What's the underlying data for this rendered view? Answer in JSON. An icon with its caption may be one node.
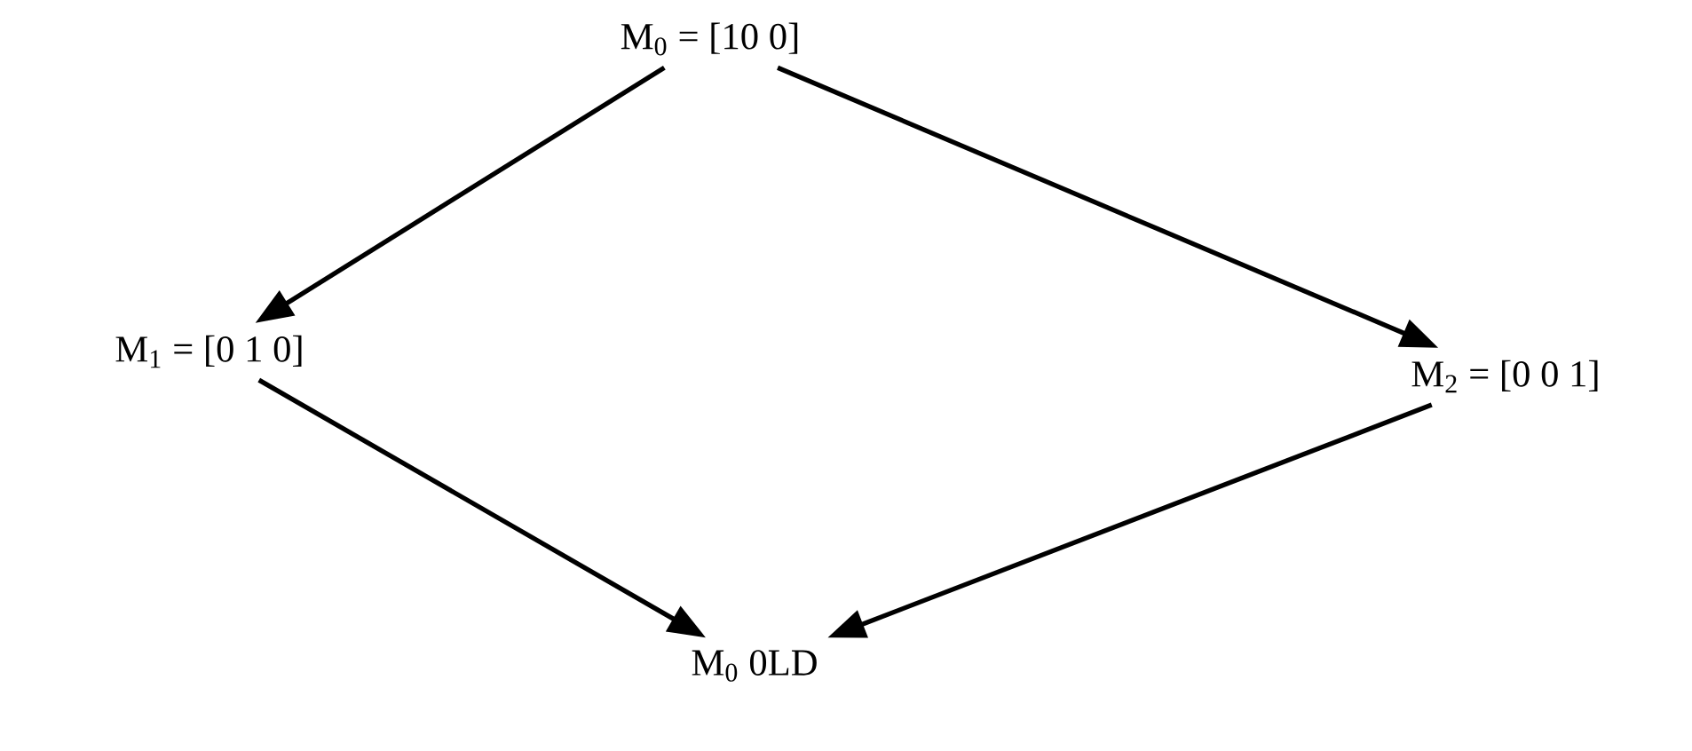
{
  "diagram": {
    "nodes": [
      {
        "text": [
          "M$_{0}$ = [10 0]"
        ]
      },
      {
        "text": [
          "M$_{1}$ = [0 1 0]"
        ]
      },
      {
        "text": [
          "M$_{2}$ = [0 0 1]"
        ]
      },
      {
        "text": [
          "M$_{0}$ 0LD"
        ]
      }
    ],
    "edges": [
      {
        "from": 0,
        "to": 1,
        "arrow": "to"
      },
      {
        "from": 0,
        "to": 2,
        "arrow": "to"
      },
      {
        "from": 1,
        "to": 3,
        "arrow": "to"
      },
      {
        "from": 2,
        "to": 3,
        "arrow": "to"
      }
    ]
  }
}
